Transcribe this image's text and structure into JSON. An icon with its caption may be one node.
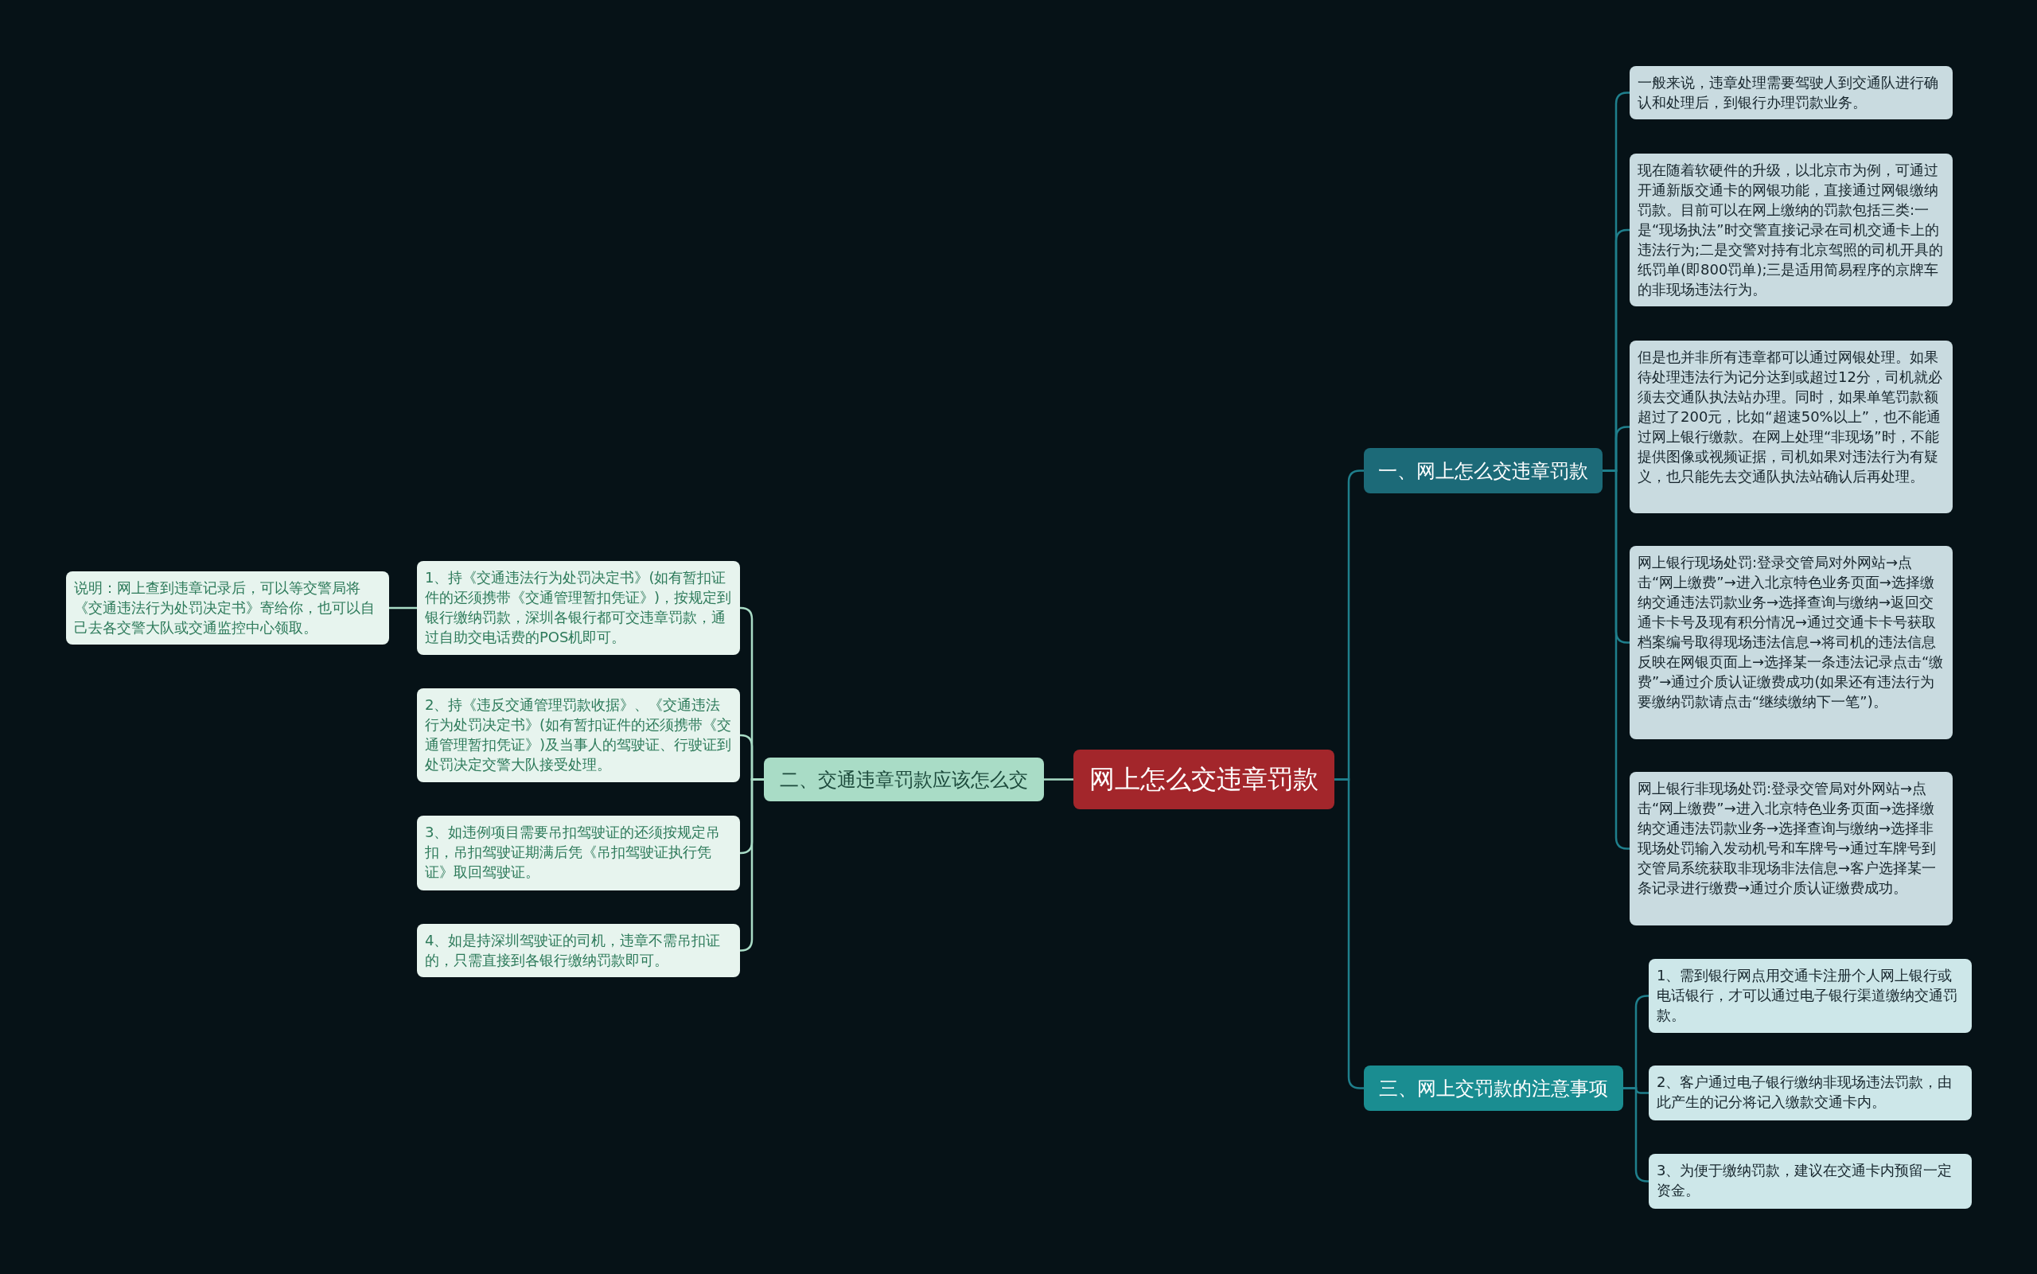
{
  "diagram": {
    "nodes": [
      {
        "text": [
          "网上怎么交违章罚款"
        ]
      },
      {
        "text": [
          "一、网上怎么交违章罚款"
        ]
      },
      {
        "text": [
          "一般来说，违章处理需要驾驶人到交通队进行确认和处理后，到银行办理罚款业务。"
        ]
      },
      {
        "text": [
          "现在随着软硬件的升级，以北京市为例，可通过开通新版交通卡的网银功能，直接通过网银缴纳罚款。目前可以在网上缴纳的罚款包括三类:一是“现场执法”时交警直接记录在司机交通卡上的违法行为;二是交警对持有北京驾照的司机开具的纸罚单(即800罚单);三是适用简易程序的京牌车的非现场违法行为。"
        ]
      },
      {
        "text": [
          "但是也并非所有违章都可以通过网银处理。如果待处理违法行为记分达到或超过12分，司机就必须去交通队执法站办理。同时，如果单笔罚款额超过了200元，比如“超速50%以上”，也不能通过网上银行缴款。在网上处理“非现场”时，不能提供图像或视频证据，司机如果对违法行为有疑义，也只能先去交通队执法站确认后再处理。"
        ]
      },
      {
        "text": [
          "网上银行现场处罚:登录交管局对外网站→点击“网上缴费”→进入北京特色业务页面→选择缴纳交通违法罚款业务→选择查询与缴纳→返回交通卡卡号及现有积分情况→通过交通卡卡号获取档案编号取得现场违法信息→将司机的违法信息反映在网银页面上→选择某一条违法记录点击“缴费”→通过介质认证缴费成功(如果还有违法行为要缴纳罚款请点击“继续缴纳下一笔”)。"
        ]
      },
      {
        "text": [
          "网上银行非现场处罚:登录交管局对外网站→点击“网上缴费”→进入北京特色业务页面→选择缴纳交通违法罚款业务→选择查询与缴纳→选择非现场处罚输入发动机号和车牌号→通过车牌号到交管局系统获取非现场非法信息→客户选择某一条记录进行缴费→通过介质认证缴费成功。"
        ]
      },
      {
        "text": [
          "三、网上交罚款的注意事项"
        ]
      },
      {
        "text": [
          "1、需到银行网点用交通卡注册个人网上银行或电话银行，才可以通过电子银行渠道缴纳交通罚款。"
        ]
      },
      {
        "text": [
          "2、客户通过电子银行缴纳非现场违法罚款，由此产生的记分将记入缴款交通卡内。"
        ]
      },
      {
        "text": [
          "3、为便于缴纳罚款，建议在交通卡内预留一定资金。"
        ]
      },
      {
        "text": [
          "二、交通违章罚款应该怎么交"
        ]
      },
      {
        "text": [
          "1、持《交通违法行为处罚决定书》(如有暂扣证件的还须携带《交通管理暂扣凭证》)，按规定到银行缴纳罚款，深圳各银行都可交违章罚款，通过自助交电话费的POS机即可。"
        ]
      },
      {
        "text": [
          "2、持《违反交通管理罚款收据》、《交通违法行为处罚决定书》(如有暂扣证件的还须携带《交通管理暂扣凭证》)及当事人的驾驶证、行驶证到处罚决定交警大队接受处理。"
        ]
      },
      {
        "text": [
          "3、如违例项目需要吊扣驾驶证的还须按规定吊扣，吊扣驾驶证期满后凭《吊扣驾驶证执行凭证》取回驾驶证。"
        ]
      },
      {
        "text": [
          "4、如是持深圳驾驶证的司机，违章不需吊扣证的，只需直接到各银行缴纳罚款即可。"
        ]
      },
      {
        "text": [
          "说明：网上查到违章记录后，可以等交警局将《交通违法行为处罚决定书》寄给你，也可以自己去各交警大队或交通监控中心领取。"
        ]
      }
    ],
    "edges": [
      {
        "from": 0,
        "to": 1,
        "arrow": "none"
      },
      {
        "from": 1,
        "to": 2,
        "arrow": "none"
      },
      {
        "from": 1,
        "to": 3,
        "arrow": "none"
      },
      {
        "from": 1,
        "to": 4,
        "arrow": "none"
      },
      {
        "from": 1,
        "to": 5,
        "arrow": "none"
      },
      {
        "from": 1,
        "to": 6,
        "arrow": "none"
      },
      {
        "from": 0,
        "to": 7,
        "arrow": "none"
      },
      {
        "from": 7,
        "to": 8,
        "arrow": "none"
      },
      {
        "from": 7,
        "to": 9,
        "arrow": "none"
      },
      {
        "from": 7,
        "to": 10,
        "arrow": "none"
      },
      {
        "from": 0,
        "to": 11,
        "arrow": "none",
        "color": "#a9dcc6"
      },
      {
        "from": 11,
        "to": 12,
        "arrow": "none",
        "color": "#a9dcc6"
      },
      {
        "from": 11,
        "to": 13,
        "arrow": "none",
        "color": "#a9dcc6"
      },
      {
        "from": 11,
        "to": 14,
        "arrow": "none",
        "color": "#a9dcc6"
      },
      {
        "from": 11,
        "to": 15,
        "arrow": "none",
        "color": "#a9dcc6"
      },
      {
        "from": 12,
        "to": 16,
        "arrow": "none",
        "color": "#a9dcc6"
      }
    ]
  }
}
